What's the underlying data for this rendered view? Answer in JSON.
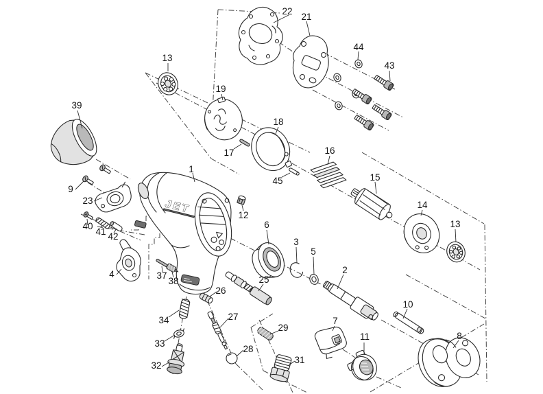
{
  "diagram": {
    "type": "exploded-parts-diagram",
    "brand": "JET",
    "colors": {
      "background": "#ffffff",
      "line": "#2a2a2a",
      "shade_light": "#e2e2e2",
      "shade_mid": "#b9b9b9",
      "shade_dark": "#6f6f6f"
    },
    "labels": {
      "p1": "1",
      "p2": "2",
      "p3": "3",
      "p4": "4",
      "p5": "5",
      "p6": "6",
      "p7": "7",
      "p8": "8",
      "p9": "9",
      "p10": "10",
      "p11": "11",
      "p12": "12",
      "p13a": "13",
      "p13b": "13",
      "p14": "14",
      "p15": "15",
      "p16": "16",
      "p17": "17",
      "p18": "18",
      "p19": "19",
      "p21": "21",
      "p22": "22",
      "p23": "23",
      "p25": "25",
      "p26": "26",
      "p27": "27",
      "p28": "28",
      "p29": "29",
      "p31": "31",
      "p32": "32",
      "p33": "33",
      "p34": "34",
      "p37": "37",
      "p38": "38",
      "p39": "39",
      "p40": "40",
      "p41": "41",
      "p42": "42",
      "p43": "43",
      "p44": "44",
      "p45": "45"
    }
  }
}
